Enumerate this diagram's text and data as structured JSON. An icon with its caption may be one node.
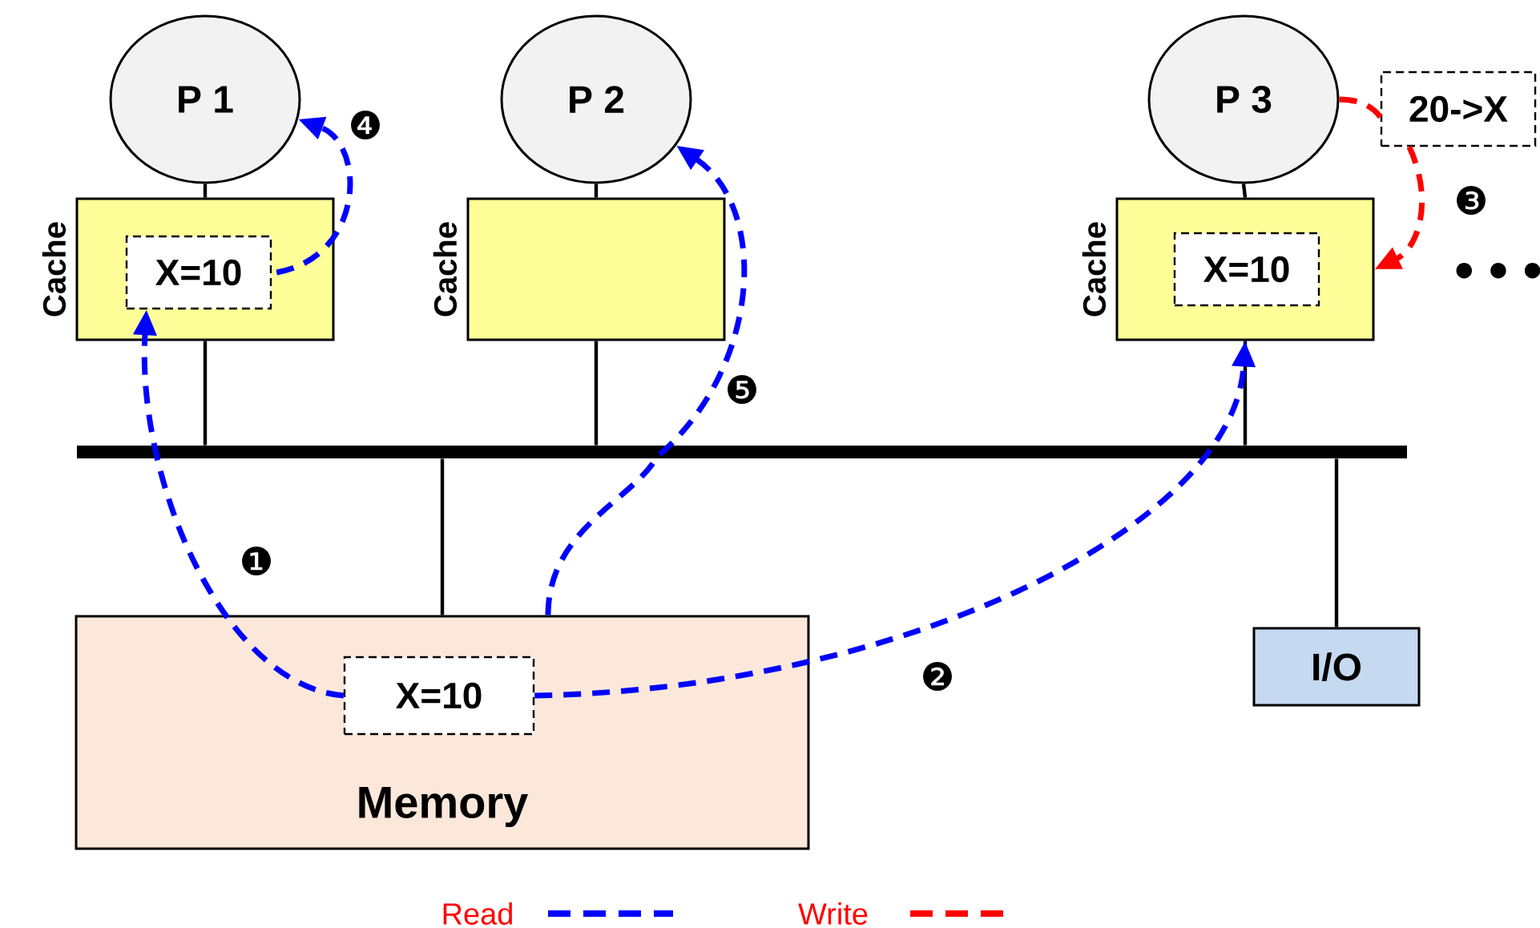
{
  "diagram": {
    "nodes": [
      {
        "text": [
          "P 1"
        ]
      },
      {
        "text": [
          "P 2"
        ]
      },
      {
        "text": [
          "P 3"
        ]
      },
      {
        "text": [
          "Cache"
        ]
      },
      {
        "text": [
          "X=10"
        ],
        "in": 3
      },
      {
        "text": [
          "Cache"
        ]
      },
      {
        "text": [
          "Cache"
        ]
      },
      {
        "text": [
          "X=10"
        ],
        "in": 6
      },
      {
        "text": [
          "20->X"
        ]
      },
      {
        "text": [
          "Memory"
        ]
      },
      {
        "text": [
          "X=10"
        ],
        "in": 9
      },
      {
        "text": [
          "I/O"
        ]
      },
      {
        "text": [],
        "shape": "bar"
      }
    ],
    "edges": [
      {
        "from": 0,
        "to": 3,
        "arrow": "none"
      },
      {
        "from": 1,
        "to": 5,
        "arrow": "none"
      },
      {
        "from": 2,
        "to": 6,
        "arrow": "none"
      },
      {
        "from": 3,
        "to": 12,
        "arrow": "none"
      },
      {
        "from": 5,
        "to": 12,
        "arrow": "none"
      },
      {
        "from": 6,
        "to": 12,
        "arrow": "none"
      },
      {
        "from": 12,
        "to": 9,
        "arrow": "none"
      },
      {
        "from": 12,
        "to": 11,
        "arrow": "none"
      },
      {
        "from": 10,
        "to": 4,
        "arrow": "to",
        "label": "❶",
        "style": "dashed",
        "color": "#0000ff"
      },
      {
        "from": 10,
        "to": 6,
        "arrow": "to",
        "label": "❷",
        "style": "dashed",
        "color": "#0000ff"
      },
      {
        "from": 2,
        "to": 8,
        "arrow": "none",
        "style": "dashed",
        "color": "#ff0000"
      },
      {
        "from": 8,
        "to": 6,
        "arrow": "to",
        "label": "❸",
        "style": "dashed",
        "color": "#ff0000"
      },
      {
        "from": 4,
        "to": 0,
        "arrow": "to",
        "label": "❹",
        "style": "dashed",
        "color": "#0000ff"
      },
      {
        "from": 9,
        "to": 1,
        "arrow": "to",
        "label": "❺",
        "style": "dashed",
        "color": "#0000ff"
      }
    ],
    "labels": [
      "• • •"
    ],
    "legend": [
      {
        "text": "Read"
      },
      {
        "text": "Write"
      }
    ]
  }
}
